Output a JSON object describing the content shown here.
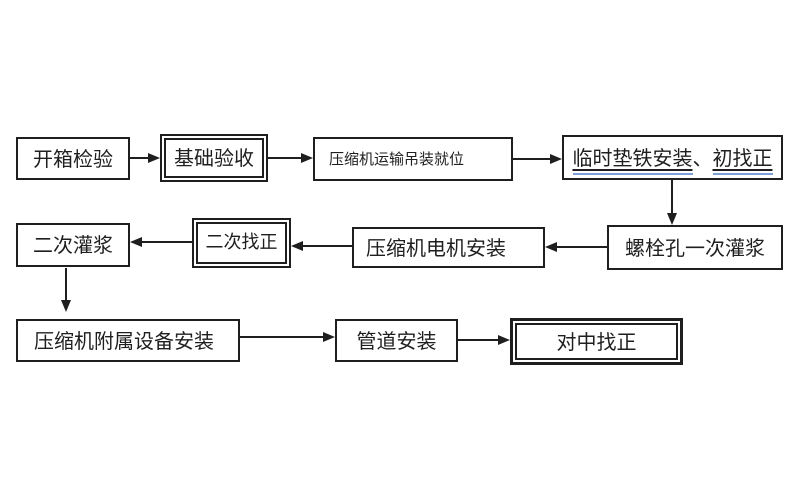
{
  "flowchart": {
    "background_color": "#ffffff",
    "line_color": "#1f1f1f",
    "spellcheck_underline_color": "#7d9ed6",
    "nodes": [
      {
        "label": "开箱检验",
        "border": "single"
      },
      {
        "label": "基础验收",
        "border": "double"
      },
      {
        "label": "压缩机运输吊装就位",
        "border": "single"
      },
      {
        "label": "临时垫铁安装、初找正",
        "border": "single",
        "segments": [
          {
            "text": "临时垫铁安装",
            "underline": true
          },
          {
            "text": "、",
            "underline": false
          },
          {
            "text": "初找正",
            "underline": true
          }
        ]
      },
      {
        "label": "螺栓孔一次灌浆",
        "border": "single"
      },
      {
        "label": "压缩机电机安装",
        "border": "single"
      },
      {
        "label": "二次找正",
        "border": "double"
      },
      {
        "label": "二次灌浆",
        "border": "single"
      },
      {
        "label": "压缩机附属设备安装",
        "border": "single"
      },
      {
        "label": "管道安装",
        "border": "single"
      },
      {
        "label": "对中找正",
        "border": "double-bold"
      }
    ],
    "edges": [
      {
        "from": "开箱检验",
        "to": "基础验收",
        "direction": "right"
      },
      {
        "from": "基础验收",
        "to": "压缩机运输吊装就位",
        "direction": "right"
      },
      {
        "from": "压缩机运输吊装就位",
        "to": "临时垫铁安装、初找正",
        "direction": "right"
      },
      {
        "from": "临时垫铁安装、初找正",
        "to": "螺栓孔一次灌浆",
        "direction": "down"
      },
      {
        "from": "螺栓孔一次灌浆",
        "to": "压缩机电机安装",
        "direction": "left"
      },
      {
        "from": "压缩机电机安装",
        "to": "二次找正",
        "direction": "left"
      },
      {
        "from": "二次找正",
        "to": "二次灌浆",
        "direction": "left"
      },
      {
        "from": "二次灌浆",
        "to": "压缩机附属设备安装",
        "direction": "down"
      },
      {
        "from": "压缩机附属设备安装",
        "to": "管道安装",
        "direction": "right"
      },
      {
        "from": "管道安装",
        "to": "对中找正",
        "direction": "right"
      }
    ]
  }
}
